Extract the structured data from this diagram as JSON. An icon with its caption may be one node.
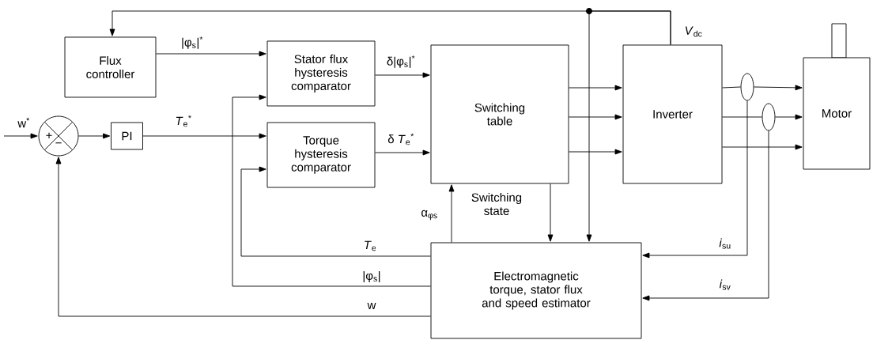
{
  "diagram": {
    "nodes": [
      {
        "text": [
          "Flux controller"
        ]
      },
      {
        "text": [
          "Stator flux hysteresis comparator"
        ]
      },
      {
        "text": [
          "Torque hysteresis comparator"
        ]
      },
      {
        "text": [
          "Switching table"
        ]
      },
      {
        "text": [
          "Inverter"
        ]
      },
      {
        "text": [
          "Motor"
        ]
      },
      {
        "text": [
          "PI"
        ]
      },
      {
        "text": [
          "+",
          "−"
        ]
      },
      {
        "text": [
          "Electromagnetic torque, stator flux and speed estimator"
        ]
      },
      {
        "text": [],
        "shape": "ellipse"
      },
      {
        "text": [],
        "shape": "ellipse"
      }
    ],
    "edges": [
      {
        "from": null,
        "to": 7,
        "arrow": "to",
        "label": "w$^{*}$"
      },
      {
        "from": 7,
        "to": 6,
        "arrow": "to"
      },
      {
        "from": 6,
        "to": 2,
        "arrow": "to",
        "label": "*T*$_{e}$$^{*}$"
      },
      {
        "from": 0,
        "to": 1,
        "arrow": "to",
        "label": "|φ$_{s}$|$^{*}$"
      },
      {
        "from": 1,
        "to": 3,
        "arrow": "to",
        "label": "δ|φ$_{s}$|$^{*}$"
      },
      {
        "from": 2,
        "to": 3,
        "arrow": "to",
        "label": "δ *T*$_{e}$$^{*}$"
      },
      {
        "from": 3,
        "to": 4,
        "arrow": "to"
      },
      {
        "from": 3,
        "to": 4,
        "arrow": "to"
      },
      {
        "from": 3,
        "to": 4,
        "arrow": "to"
      },
      {
        "from": 4,
        "to": 9,
        "arrow": "none"
      },
      {
        "from": 9,
        "to": 5,
        "arrow": "to"
      },
      {
        "from": 4,
        "to": 10,
        "arrow": "none"
      },
      {
        "from": 10,
        "to": 5,
        "arrow": "to"
      },
      {
        "from": 4,
        "to": 5,
        "arrow": "to"
      },
      {
        "from": 4,
        "to": 0,
        "arrow": "to",
        "label": "*V*$_{dc}$"
      },
      {
        "from": 4,
        "to": 8,
        "arrow": "to"
      },
      {
        "from": 3,
        "to": 8,
        "arrow": "to",
        "label": "Switching state"
      },
      {
        "from": 8,
        "to": 3,
        "arrow": "to",
        "label": "α$_{φs}$"
      },
      {
        "from": 8,
        "to": 2,
        "arrow": "to",
        "label": "*T*$_{e}$"
      },
      {
        "from": 8,
        "to": 1,
        "arrow": "to",
        "label": "|φ$_{s}$|"
      },
      {
        "from": 8,
        "to": 7,
        "arrow": "to",
        "label": "w"
      },
      {
        "from": 9,
        "to": 8,
        "arrow": "to",
        "label": "*i*$_{su}$"
      },
      {
        "from": 10,
        "to": 8,
        "arrow": "to",
        "label": "*i*$_{sv}$"
      }
    ]
  }
}
